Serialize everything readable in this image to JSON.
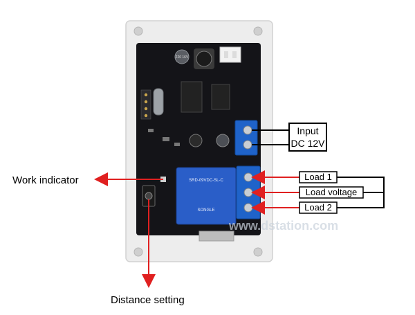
{
  "labels": {
    "input_line1": "Input",
    "input_line2": "DC 12V",
    "load1": "Load 1",
    "load_voltage": "Load voltage",
    "load2": "Load 2",
    "work_indicator": "Work indicator",
    "distance_setting": "Distance setting"
  },
  "watermark": {
    "site": "www.dstation.com"
  },
  "board_markings": {
    "relay_model": "SRD-09VDC-SL-C",
    "relay_brand": "SONGLE",
    "capacitor": "220 16V"
  },
  "colors": {
    "case": "#ececec",
    "pcb": "#141418",
    "terminal": "#1f63c9",
    "relay": "#2a5ec8",
    "arrow": "#e02020",
    "box": "#000000"
  }
}
